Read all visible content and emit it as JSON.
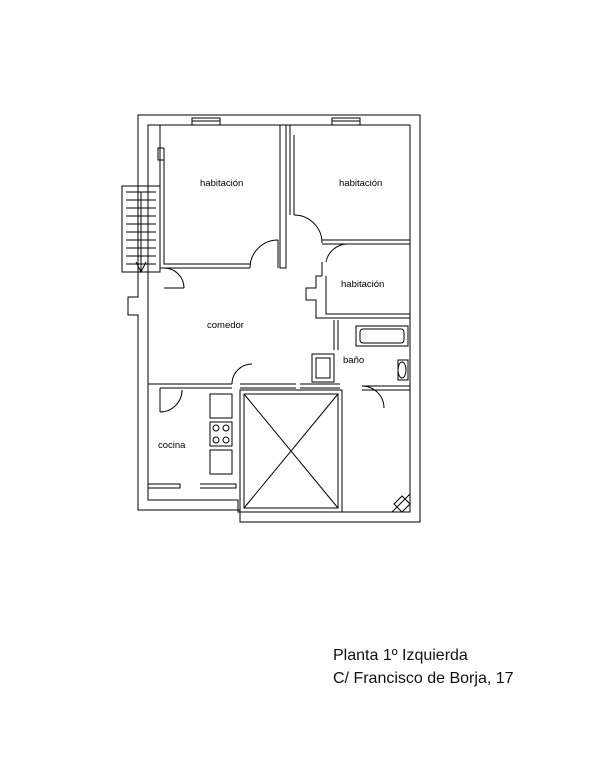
{
  "rooms": {
    "bedroom_1": "habitación",
    "bedroom_2": "habitación",
    "bedroom_3": "habitación",
    "dining": "comedor",
    "bathroom": "baño",
    "kitchen": "cocina"
  },
  "caption": {
    "line1": "Planta 1º Izquierda",
    "line2": "C/ Francisco de Borja, 17"
  }
}
